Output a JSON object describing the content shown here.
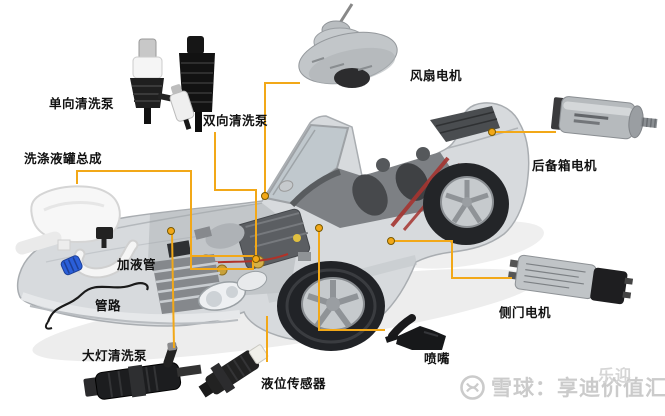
{
  "accent": {
    "callout_line_color": "#F2A818"
  },
  "parts": [
    {
      "id": "one-way-washer-pump",
      "label": "单向清洗泵"
    },
    {
      "id": "two-way-washer-pump",
      "label": "双向清洗泵"
    },
    {
      "id": "fan-motor",
      "label": "风扇电机"
    },
    {
      "id": "trunk-motor",
      "label": "后备箱电机"
    },
    {
      "id": "washer-fluid-tank-assembly",
      "label": "洗涤液罐总成"
    },
    {
      "id": "filler-tube",
      "label": "加液管"
    },
    {
      "id": "tubing",
      "label": "管路"
    },
    {
      "id": "headlight-washer-pump",
      "label": "大灯清洗泵"
    },
    {
      "id": "fluid-level-sensor",
      "label": "液位传感器"
    },
    {
      "id": "spray-nozzle",
      "label": "喷嘴"
    },
    {
      "id": "side-door-motor",
      "label": "侧门电机"
    }
  ],
  "watermark": {
    "text": "雪球：享迪价值汇",
    "overlay_text": "乐迎",
    "color": "#cbcbcb",
    "logo_icon": "xueqiu-logo"
  }
}
